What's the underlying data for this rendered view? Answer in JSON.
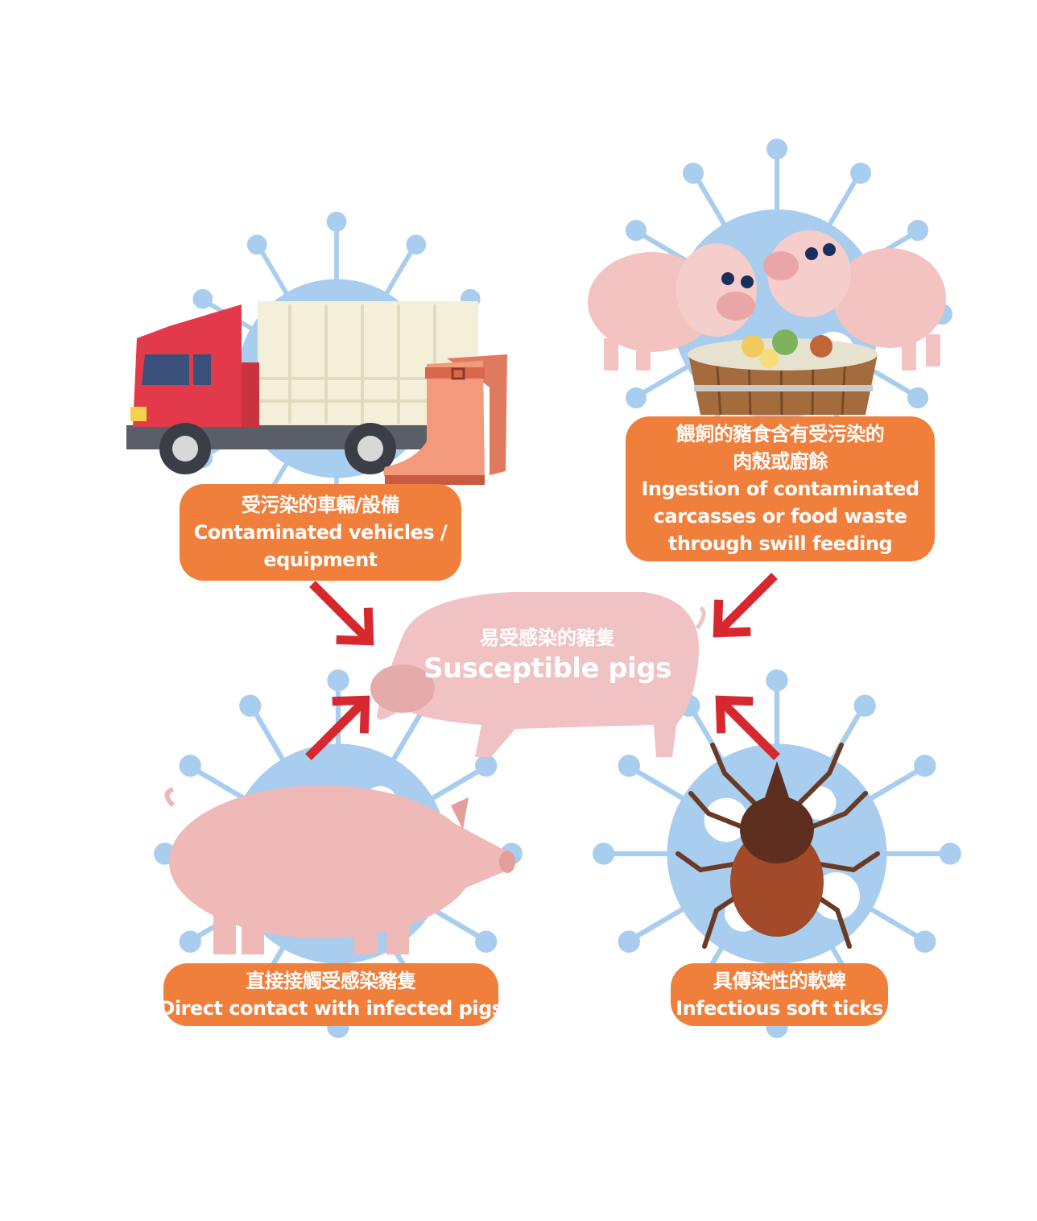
{
  "center": {
    "label_zh": "易受感染的豬隻",
    "label_en": "Susceptible pigs"
  },
  "routes": {
    "vehicles": {
      "label_zh": "受污染的車輛/設備",
      "label_en_1": "Contaminated vehicles /",
      "label_en_2": "equipment"
    },
    "swill": {
      "label_zh_1": "餵飼的豬食含有受污染的",
      "label_zh_2": "肉殼或廚餘",
      "label_en_1": "Ingestion of contaminated",
      "label_en_2": "carcasses or food waste",
      "label_en_3": "through swill feeding"
    },
    "contact": {
      "label_zh": "直接接觸受感染豬隻",
      "label_en": "Direct contact with infected pigs"
    },
    "ticks": {
      "label_zh": "具傳染性的軟蜱",
      "label_en": "Infectious soft ticks"
    }
  },
  "colors": {
    "label_bg": "#f07f3b",
    "arrow": "#d7282f",
    "virus": "#a9cdee",
    "pig": "#efb9b7",
    "truck_cab": "#e23a4b",
    "tick_body": "#7a3b24"
  }
}
